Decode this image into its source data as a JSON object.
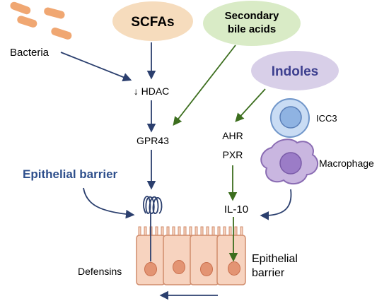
{
  "labels": {
    "bacteria": "Bacteria",
    "scfas": "SCFAs",
    "bile_line1": "Secondary",
    "bile_line2": "bile acids",
    "indoles": "Indoles",
    "hdac": "↓ HDAC",
    "gpr43": "GPR43",
    "ahr": "AHR",
    "pxr": "PXR",
    "ilc3": "ICC3",
    "macrophage": "Macrophage",
    "epithelial_barrier_title": "Epithelial barrier",
    "il10": "IL-10",
    "defensins": "Defensins",
    "epithelial_line1": "Epithelial",
    "epithelial_line2": "barrier"
  },
  "colors": {
    "navy_arrow": "#2b3f6e",
    "green_arrow": "#3c6e1e",
    "title_blue": "#2e4f8c",
    "scfa_fill": "#f6dcbd",
    "bile_fill": "#d9ebc6",
    "indole_fill": "#d8cfe8",
    "indole_text": "#3d3f8f",
    "bacteria_fill": "#f0a772",
    "cell_fill": "#f7d3bf",
    "cell_stroke": "#d08c6c",
    "nucleus_fill": "#e39473",
    "ilc3_fill": "#c9dcf4",
    "macrophage_fill": "#c9b6e0"
  }
}
